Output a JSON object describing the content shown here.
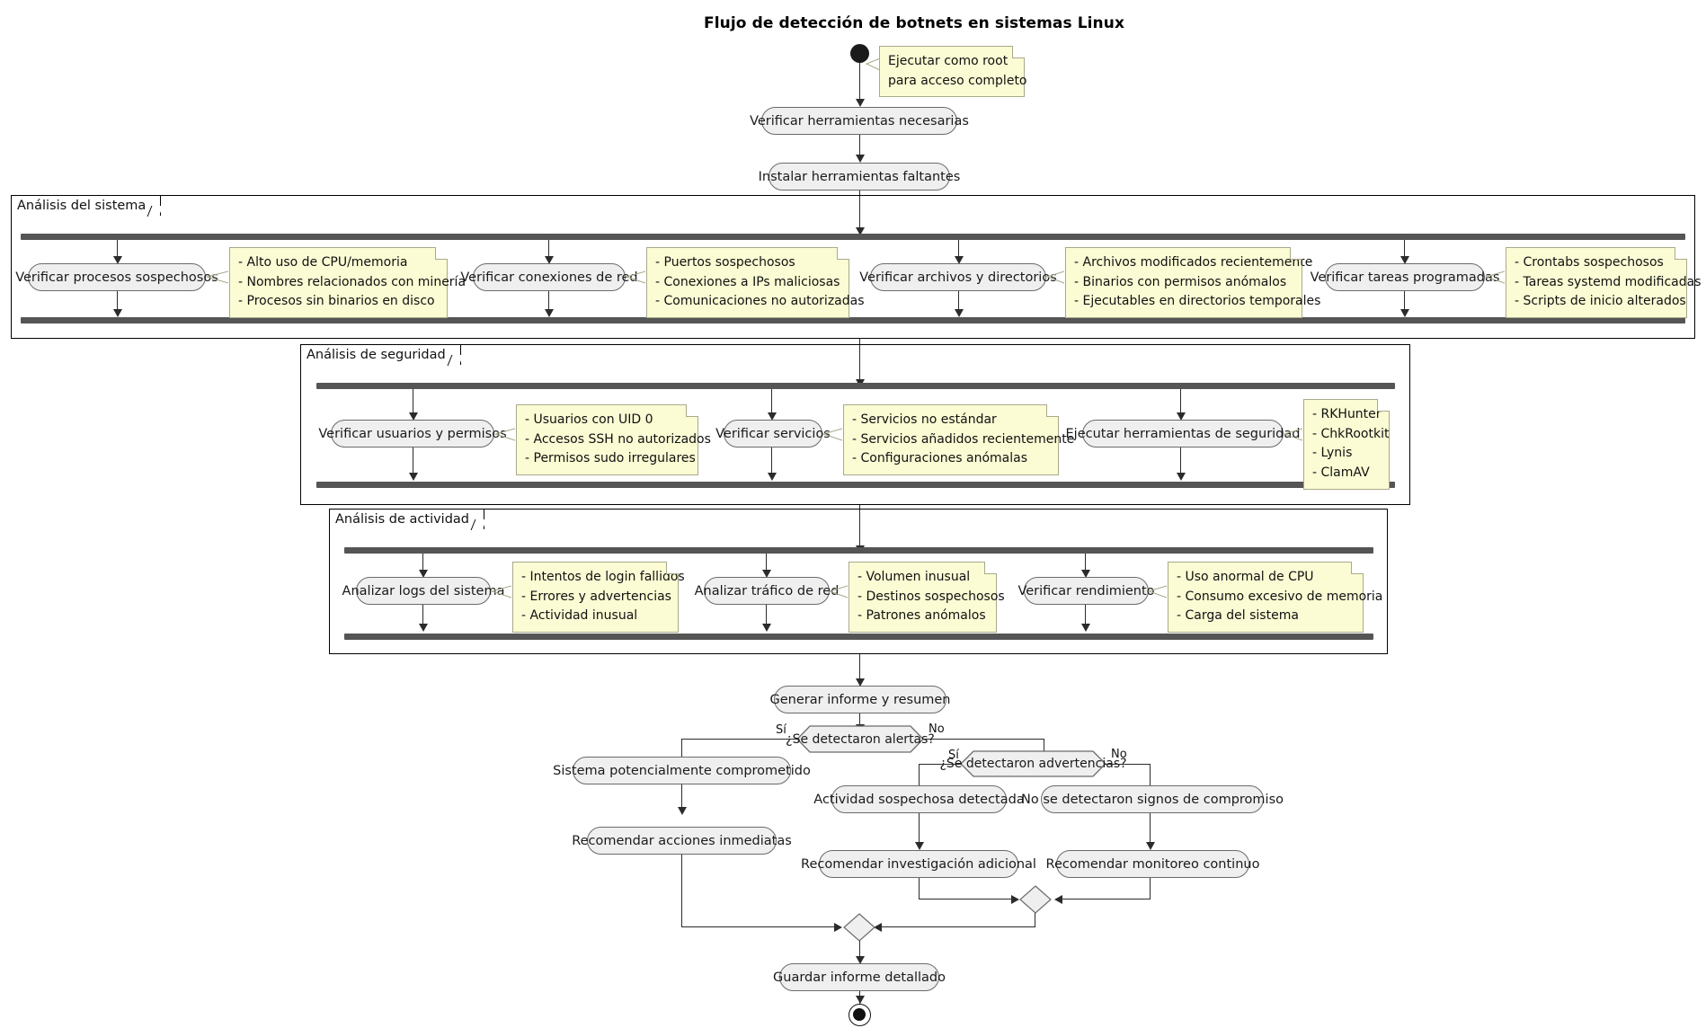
{
  "diagram": {
    "title": "Flujo de detección de botnets en sistemas Linux",
    "type": "uml-activity-diagram"
  },
  "start_note": {
    "lines": [
      "Ejecutar como root",
      "para acceso completo"
    ]
  },
  "preamble": {
    "steps": [
      {
        "label": "Verificar herramientas necesarias"
      },
      {
        "label": "Instalar herramientas faltantes"
      }
    ]
  },
  "partitions": [
    {
      "name": "Análisis del sistema",
      "branches": [
        {
          "activity": "Verificar procesos sospechosos",
          "note": [
            "- Alto uso de CPU/memoria",
            "- Nombres relacionados con minería",
            "- Procesos sin binarios en disco"
          ]
        },
        {
          "activity": "Verificar conexiones de red",
          "note": [
            "- Puertos sospechosos",
            "- Conexiones a IPs maliciosas",
            "- Comunicaciones no autorizadas"
          ]
        },
        {
          "activity": "Verificar archivos y directorios",
          "note": [
            "- Archivos modificados recientemente",
            "- Binarios con permisos anómalos",
            "- Ejecutables en directorios temporales"
          ]
        },
        {
          "activity": "Verificar tareas programadas",
          "note": [
            "- Crontabs sospechosos",
            "- Tareas systemd modificadas",
            "- Scripts de inicio alterados"
          ]
        }
      ]
    },
    {
      "name": "Análisis de seguridad",
      "branches": [
        {
          "activity": "Verificar usuarios y permisos",
          "note": [
            "- Usuarios con UID 0",
            "- Accesos SSH no autorizados",
            "- Permisos sudo irregulares"
          ]
        },
        {
          "activity": "Verificar servicios",
          "note": [
            "- Servicios no estándar",
            "- Servicios añadidos recientemente",
            "- Configuraciones anómalas"
          ]
        },
        {
          "activity": "Ejecutar herramientas de seguridad",
          "note": [
            "- RKHunter",
            "- ChkRootkit",
            "- Lynis",
            "- ClamAV"
          ]
        }
      ]
    },
    {
      "name": "Análisis de actividad",
      "branches": [
        {
          "activity": "Analizar logs del sistema",
          "note": [
            "- Intentos de login fallidos",
            "- Errores y advertencias",
            "- Actividad inusual"
          ]
        },
        {
          "activity": "Analizar tráfico de red",
          "note": [
            "- Volumen inusual",
            "- Destinos sospechosos",
            "- Patrones anómalos"
          ]
        },
        {
          "activity": "Verificar rendimiento",
          "note": [
            "- Uso anormal de CPU",
            "- Consumo excesivo de memoria",
            "- Carga del sistema"
          ]
        }
      ]
    }
  ],
  "report": {
    "generate": "Generar informe y resumen"
  },
  "decisions": [
    {
      "question": "¿Se detectaron alertas?",
      "yes_label": "Sí",
      "no_label": "No"
    },
    {
      "question": "¿Se detectaron advertencias?",
      "yes_label": "Sí",
      "no_label": "No"
    }
  ],
  "outcomes": {
    "compromised": {
      "state": "Sistema potencialmente comprometido",
      "action": "Recomendar acciones inmediatas"
    },
    "suspicious": {
      "state": "Actividad sospechosa detectada",
      "action": "Recomendar investigación adicional"
    },
    "clean": {
      "state": "No se detectaron signos de compromiso",
      "action": "Recomendar monitoreo continuo"
    }
  },
  "final": {
    "save": "Guardar informe detallado"
  },
  "colors": {
    "activity_fill": "#efefef",
    "activity_border": "#6a6a6a",
    "note_fill": "#fbfbd4",
    "note_border": "#a9a98c",
    "bar": "#555555",
    "line": "#2b2b2b",
    "partition_border": "#000000"
  }
}
